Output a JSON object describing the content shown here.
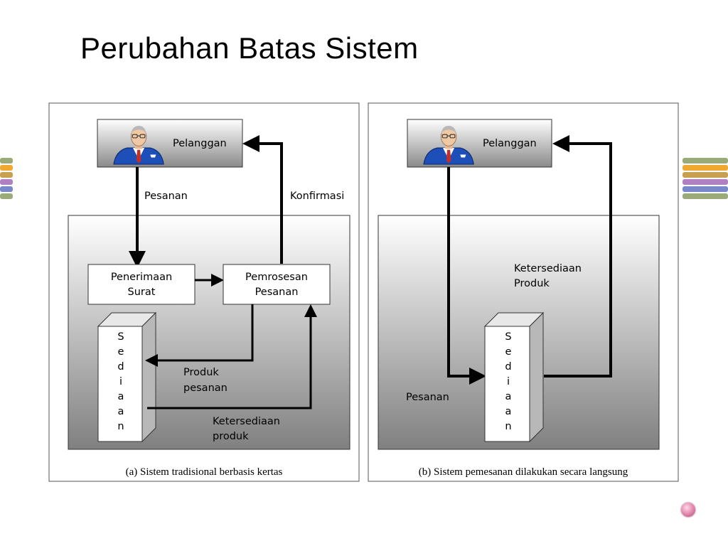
{
  "title": "Perubahan Batas Sistem",
  "panel_a": {
    "customer": "Pelanggan",
    "label_order": "Pesanan",
    "label_confirm": "Konfirmasi",
    "box_mail_line1": "Penerimaan",
    "box_mail_line2": "Surat",
    "box_process_line1": "Pemrosesan",
    "box_process_line2": "Pesanan",
    "inventory_letters": [
      "S",
      "e",
      "d",
      "i",
      "a",
      "a",
      "n"
    ],
    "label_product_line1": "Produk",
    "label_product_line2": "pesanan",
    "label_avail_line1": "Ketersediaan",
    "label_avail_line2": "produk",
    "caption": "(a) Sistem tradisional berbasis kertas"
  },
  "panel_b": {
    "customer": "Pelanggan",
    "label_avail_line1": "Ketersediaan",
    "label_avail_line2": "Produk",
    "label_order": "Pesanan",
    "inventory_letters": [
      "S",
      "e",
      "d",
      "i",
      "a",
      "a",
      "n"
    ],
    "caption": "(b) Sistem pemesanan dilakukan secara langsung"
  },
  "colors": {
    "deco_stripes": [
      "#9aaa78",
      "#f0a830",
      "#c8a050",
      "#b080c0",
      "#7888c8",
      "#c0c8a0"
    ]
  }
}
